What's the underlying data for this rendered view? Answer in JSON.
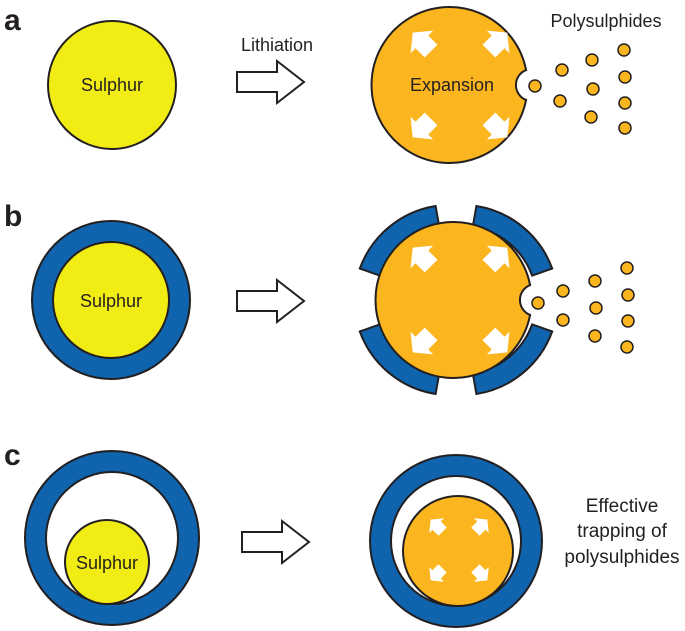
{
  "panels": {
    "a": {
      "label": "a",
      "core_label": "Sulphur",
      "arrow_label": "Lithiation",
      "product_label": "Expansion",
      "polysulphides_label": "Polysulphides"
    },
    "b": {
      "label": "b",
      "core_label": "Sulphur"
    },
    "c": {
      "label": "c",
      "core_label": "Sulphur",
      "result_lines": [
        "Effective",
        "trapping of",
        "polysulphides"
      ]
    }
  },
  "colors": {
    "sulphur": "#f2ec15",
    "lithiated": "#fbb61f",
    "shell": "#0f64ad",
    "outline": "#231f20",
    "expansion_arrows": "#ffffff"
  }
}
